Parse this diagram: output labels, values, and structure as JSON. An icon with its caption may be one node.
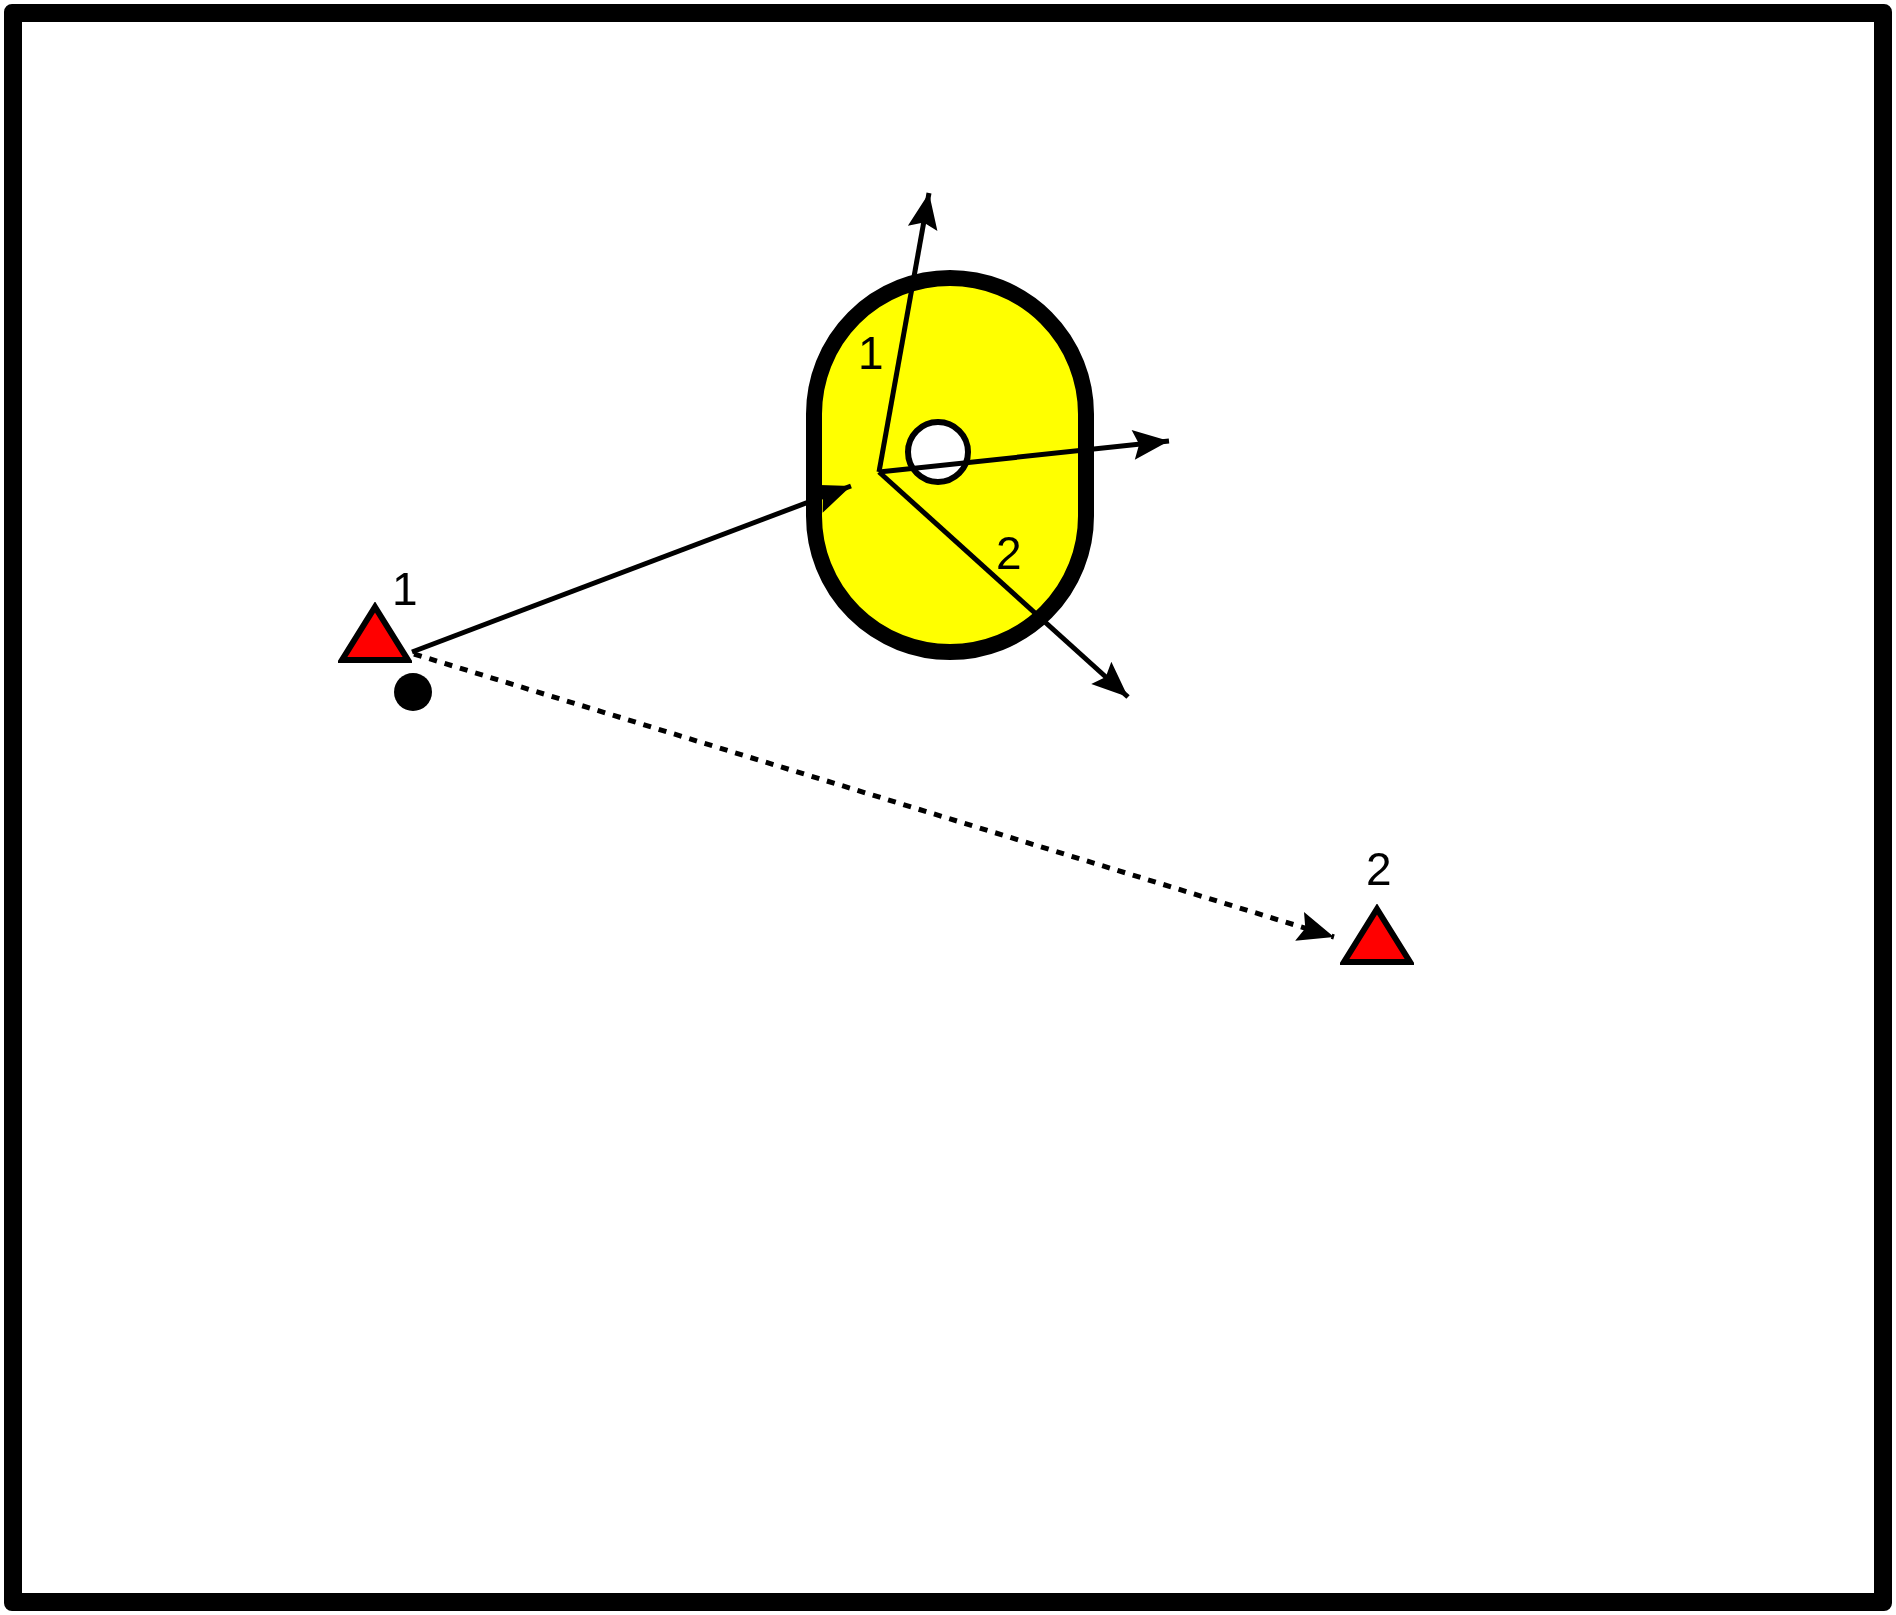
{
  "diagram": {
    "nodes": [
      {
        "text": [],
        "shape": "oval"
      },
      {
        "text": [
          "1"
        ]
      },
      {
        "text": [
          "2"
        ]
      }
    ],
    "edges": [
      {
        "from": 1,
        "to": 0,
        "arrow": "to"
      },
      {
        "from": 0,
        "to": null,
        "arrow": "to",
        "label": "1"
      },
      {
        "from": 0,
        "to": null,
        "arrow": "to"
      },
      {
        "from": 0,
        "to": null,
        "arrow": "to",
        "label": "2"
      },
      {
        "from": 1,
        "to": 2,
        "arrow": "to",
        "style": "dashed"
      }
    ]
  }
}
